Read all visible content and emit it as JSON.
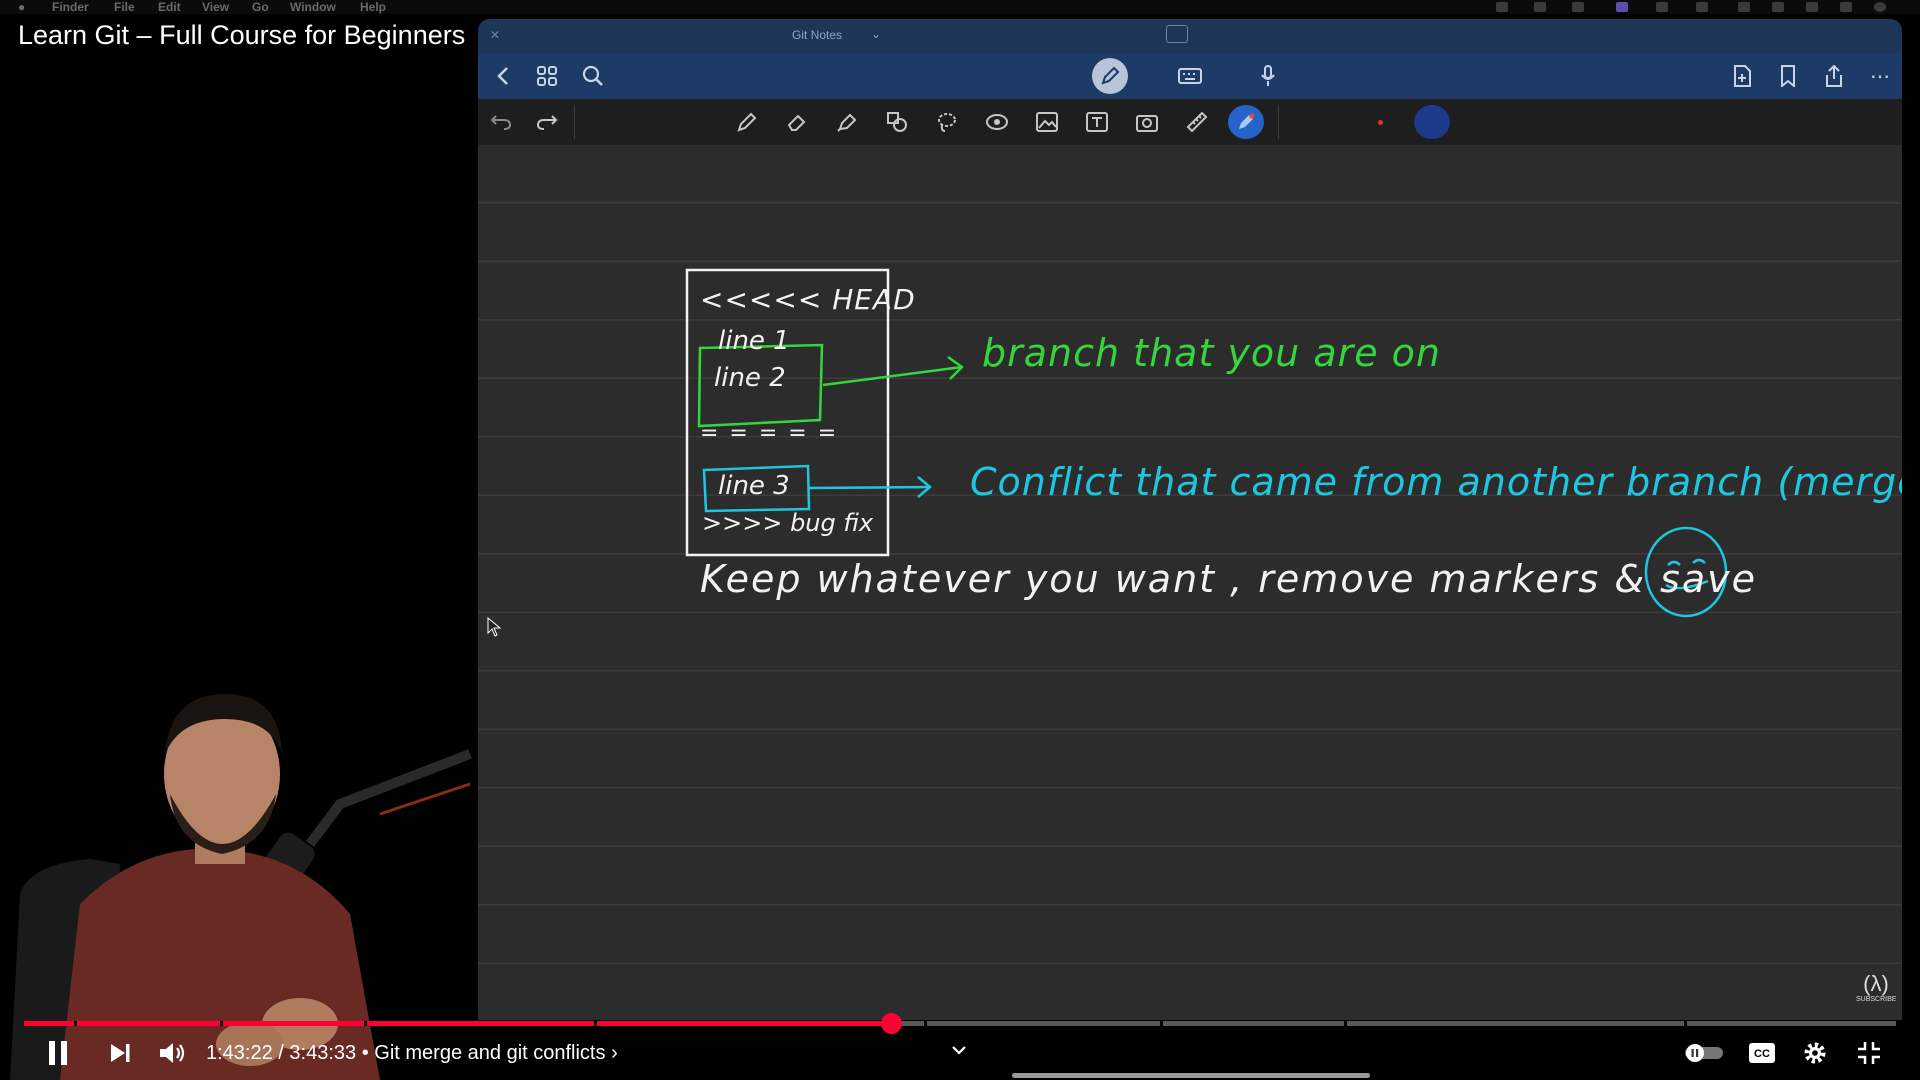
{
  "menubar": {
    "items": [
      "Finder",
      "File",
      "Edit",
      "View",
      "Go",
      "Window",
      "Help"
    ]
  },
  "video": {
    "title": "Learn Git – Full Course for Beginners",
    "time_current": "1:43:22",
    "time_total": "3:43:33",
    "chapter": "Git merge and git conflicts",
    "progress": 0.463,
    "channel_watermark": "SUBSCRIBE"
  },
  "app": {
    "window_title": "Git Notes",
    "nav_icons": [
      "back-icon",
      "grid-icon",
      "search-icon",
      "pen-mode-icon",
      "keyboard-icon",
      "microphone-icon",
      "add-page-icon",
      "bookmark-icon",
      "share-icon",
      "more-icon"
    ],
    "tools": [
      "undo-icon",
      "redo-icon",
      "pen-icon",
      "eraser-icon",
      "highlighter-icon",
      "shapes-icon",
      "lasso-icon",
      "laser-icon",
      "image-icon",
      "textbox-icon",
      "camera-icon",
      "ruler-icon",
      "active-tool-icon"
    ]
  },
  "note": {
    "marker_head": "<<<<< HEAD",
    "line1": "line 1",
    "line2": "line 2",
    "separator": "= = = = =",
    "line3": "line 3",
    "marker_end": ">>>> bug fix",
    "annotation_green": "branch that you are on",
    "annotation_blue": "Conflict that came from another branch (merge)",
    "instruction": "Keep whatever you want , remove markers & save"
  },
  "colors": {
    "green_ink": "#34d63c",
    "blue_ink": "#1ec7e0",
    "white_ink": "#f2f2f2",
    "progress_red": "#ff0033",
    "app_header": "#1e3a66"
  }
}
